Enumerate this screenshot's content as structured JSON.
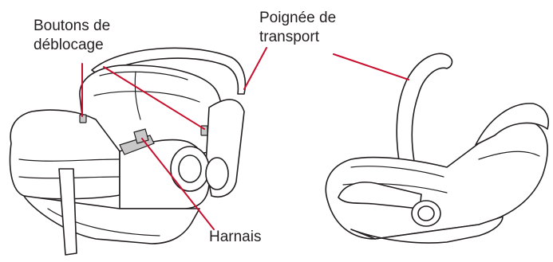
{
  "labels": {
    "release_buttons": [
      "Boutons de",
      "déblocage"
    ],
    "carry_handle": [
      "Poignée de",
      "transport"
    ],
    "harness": "Harnais"
  },
  "colors": {
    "leader_line": "#c8102e",
    "ink": "#231f20",
    "part_fill": "#c8c8c8",
    "background": "#ffffff"
  }
}
